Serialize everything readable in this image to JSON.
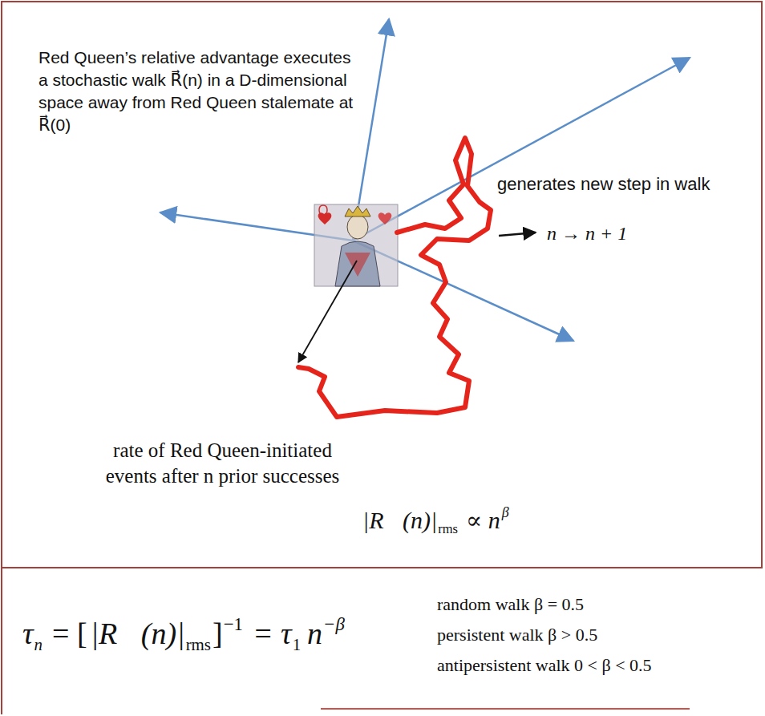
{
  "diagram": {
    "labels": [
      "Red Queen’s relative advantage executes a stochastic walk R⃗(n) in a D-dimensional space away from Red Queen stalemate at R⃗(0)",
      "generates new step in walk",
      "n → n + 1",
      "rate of Red Queen-initiated events after n prior successes",
      "|R⃗(n)|",
      "rms",
      "∝ n",
      "β",
      "τ",
      "n",
      "= [",
      "|R⃗(n)|",
      "rms",
      "]",
      "−1",
      "= τ",
      "1",
      "n",
      "−β",
      "random walk β = 0.5",
      "persistent walk β > 0.5",
      "antipersistent walk 0 < β < 0.5"
    ]
  }
}
